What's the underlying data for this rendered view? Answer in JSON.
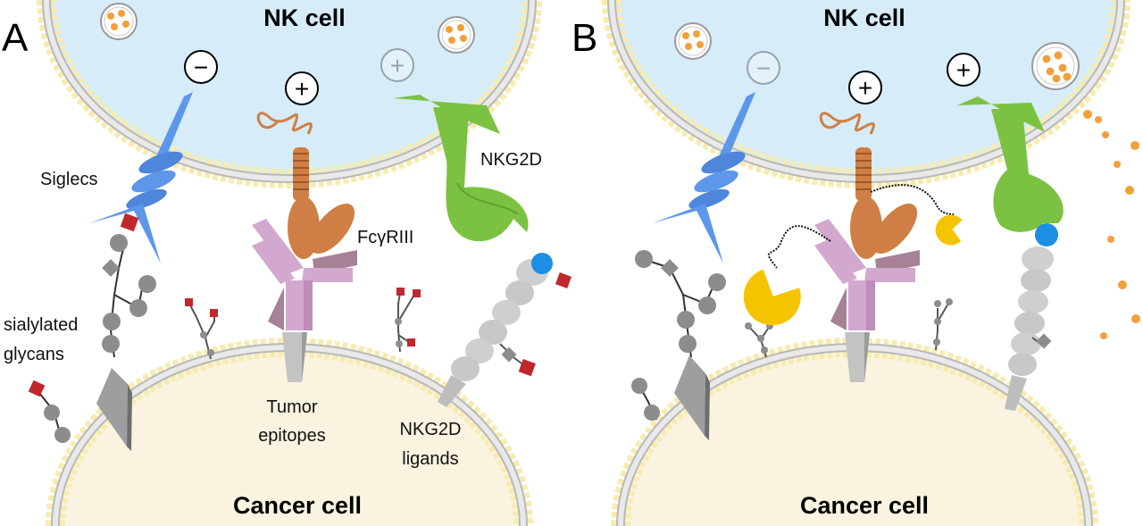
{
  "panels": [
    {
      "letter": "A",
      "nk_cell": "NK cell",
      "cancer_cell": "Cancer cell",
      "labels": {
        "siglecs": "Siglecs",
        "fcgriii": "FcγRIII",
        "nkg2d": "NKG2D",
        "sialylated_1": "sialylated",
        "sialylated_2": "glycans",
        "tumor_1": "Tumor",
        "tumor_2": "epitopes",
        "ligands_1": "NKG2D",
        "ligands_2": "ligands"
      },
      "signals": [
        {
          "symbol": "−",
          "state": "active"
        },
        {
          "symbol": "+",
          "state": "active"
        },
        {
          "symbol": "+",
          "state": "faded"
        }
      ]
    },
    {
      "letter": "B",
      "nk_cell": "NK cell",
      "cancer_cell": "Cancer cell",
      "signals": [
        {
          "symbol": "−",
          "state": "faded"
        },
        {
          "symbol": "+",
          "state": "active"
        },
        {
          "symbol": "+",
          "state": "active"
        }
      ]
    }
  ],
  "colors": {
    "nk_cytoplasm": "#d6ecf8",
    "cancer_cytoplasm": "#faf3e0",
    "membrane_head": "#f7ecb0",
    "siglec": "#5d97ea",
    "fc_receptor": "#cf7f45",
    "antibody": "#d3a8cf",
    "nkg2d": "#7cc242",
    "ligand": "#cfcfcf",
    "sialic_acid": "#c0282d",
    "glycan_node": "#8c8c8c",
    "enzyme": "#f5c400",
    "granule": "#f2a03a",
    "blue_ball": "#1a8fe3"
  }
}
